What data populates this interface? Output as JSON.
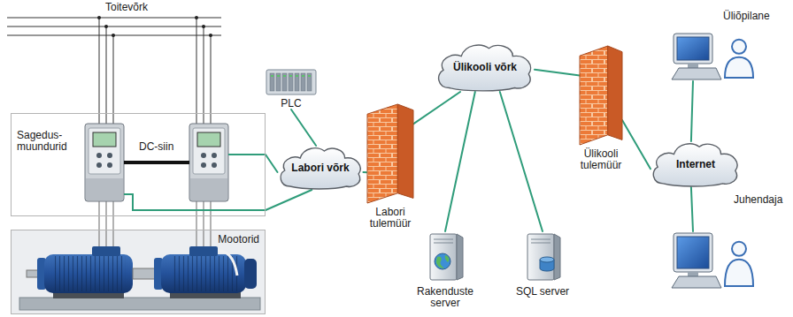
{
  "diagram": {
    "nodes": [
      {
        "text": [
          "Sagedus- muundurid"
        ]
      },
      {
        "text": [
          "Mootorid"
        ]
      },
      {
        "text": [
          "PLC"
        ]
      },
      {
        "text": [
          "Labori võrk"
        ]
      },
      {
        "text": [
          "Labori tulemüür"
        ]
      },
      {
        "text": [
          "Ülikooli võrk"
        ]
      },
      {
        "text": [
          "Ülikooli tulemüür"
        ]
      },
      {
        "text": [
          "Internet"
        ]
      },
      {
        "text": [
          "Rakenduste server"
        ]
      },
      {
        "text": [
          "SQL server"
        ]
      },
      {
        "text": [
          "Üliõpilane"
        ]
      },
      {
        "text": [
          "Juhendaja"
        ]
      }
    ],
    "edges": [
      {
        "from": 0,
        "to": 3,
        "arrow": "none"
      },
      {
        "from": 0,
        "to": 3,
        "arrow": "none"
      },
      {
        "from": 2,
        "to": 3,
        "arrow": "none"
      },
      {
        "from": 3,
        "to": 4,
        "arrow": "none"
      },
      {
        "from": 4,
        "to": 5,
        "arrow": "none"
      },
      {
        "from": 5,
        "to": 8,
        "arrow": "none"
      },
      {
        "from": 5,
        "to": 9,
        "arrow": "none"
      },
      {
        "from": 5,
        "to": 6,
        "arrow": "none"
      },
      {
        "from": 6,
        "to": 7,
        "arrow": "none"
      },
      {
        "from": 7,
        "to": 10,
        "arrow": "none"
      },
      {
        "from": 7,
        "to": 11,
        "arrow": "none"
      }
    ],
    "labels": [
      "Toitevõrk",
      "DC-siin"
    ]
  }
}
